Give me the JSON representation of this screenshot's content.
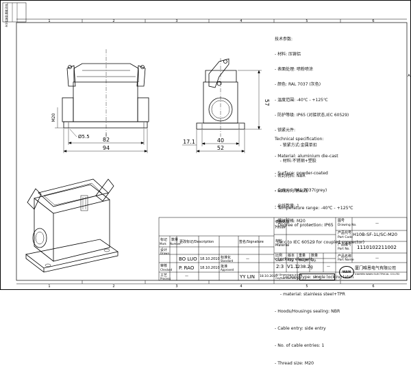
{
  "frame": {
    "top_zones": [
      "1",
      "2",
      "3",
      "4",
      "5",
      "6"
    ],
    "bottom_zones": [
      "1",
      "2",
      "3",
      "4",
      "5",
      "6"
    ],
    "side_zone": "A",
    "stamp_text": "标记 数量 更改文件号"
  },
  "dimensions": {
    "m20": "M20",
    "d55": "Ø5.5",
    "d82": "82",
    "d94": "94",
    "d57": "57",
    "d171": "17.1",
    "d40": "40",
    "d52": "52"
  },
  "spec_cn": {
    "lines": [
      "技术参数:",
      "- 材料: 压铸铝",
      "- 表面处理: 喷粉喷涂",
      "- 颜色: RAL 7037 (灰色)",
      "- 温度范围: -40℃ - +125℃",
      "- 防护等级: IP65 (对接状态,IEC 60529)",
      "- 锁紧元件:",
      "    - 锁紧方式:金属单扣",
      "    - 材料:不锈钢+塑胶",
      "- 密封材料: NBR",
      "- 出线方向:侧出线",
      "- 出线数量: 1",
      "- 螺纹规格: M20"
    ]
  },
  "spec_en": {
    "lines": [
      "Technical specification:",
      "- Material: aluminium die-cast",
      "- Surface: powder-coated",
      "- Colour: RAL 7037(grey)",
      "- Temperature range: -40℃ - +125℃",
      "- Degree of protection: IP65",
      "  (acc.to IEC 60529 for coupled connector)",
      "- Locking element:",
      "    - Locking type: single locking latch",
      "    - material: stainless steel+TPR",
      "- Hoods/Housings sealing: NBR",
      "- Cable entry: side entry",
      "- No. of cable entries: 1",
      "- Thread size: M20"
    ]
  },
  "title_block": {
    "h_mark": "标记",
    "h_qty": "数量",
    "h_mark_en": "Mark",
    "h_qty_en": "Number",
    "h_desc": "更改标记/Description",
    "h_sign": "签名/Signature",
    "h_date": "日期/Date",
    "drawn_cn": "设计",
    "drawn_en": "Drawn",
    "drawn_name": "BO LUO",
    "drawn_date": "18.10.2010",
    "checked_cn": "审核",
    "checked_en": "Checked",
    "checked_name": "P. RAO",
    "checked_date": "18.10.2010",
    "process_cn": "工艺",
    "process_en": "Process",
    "standard_cn": "标准化",
    "standard_en": "Standard",
    "approved_cn": "批准",
    "approved_en": "Approved",
    "approver": "YY LIN",
    "approved_date": "18.10.2010",
    "dash": "—",
    "finish_cn": "表面处理",
    "finish_en": "Finish",
    "material_cn": "材料",
    "material_en": "Material",
    "scale_cn": "比例",
    "scale_en": "Scale",
    "scale": "2:3",
    "rev_cn": "版本",
    "rev_en": "REV.",
    "rev": "V1.1",
    "weight_cn": "重量",
    "weight_en": "Weight",
    "weight": "238.2g",
    "qty_cn": "数量",
    "qty_en": "Qty.",
    "drawing_no_cn": "图号",
    "drawing_no_en": "Drawing No.",
    "part_code_cn": "产品代号",
    "part_code_en": "Part Code",
    "part_code": "H10B-SF-1L/SC-M20",
    "part_no_cn": "产品编号",
    "part_no_en": "Part No.",
    "part_no": "1110102211002",
    "part_name_cn": "产品名称",
    "part_name_en": "Part Name",
    "note_line1": "All Dimensions in mm",
    "note_line2": "Original Size DIN A 4",
    "company_cn": "厦门唯恩电气有限公司",
    "company_en": "XIAMEN WAIN ELECTRICAL CO.LTD",
    "logo_text": "WAIN"
  }
}
